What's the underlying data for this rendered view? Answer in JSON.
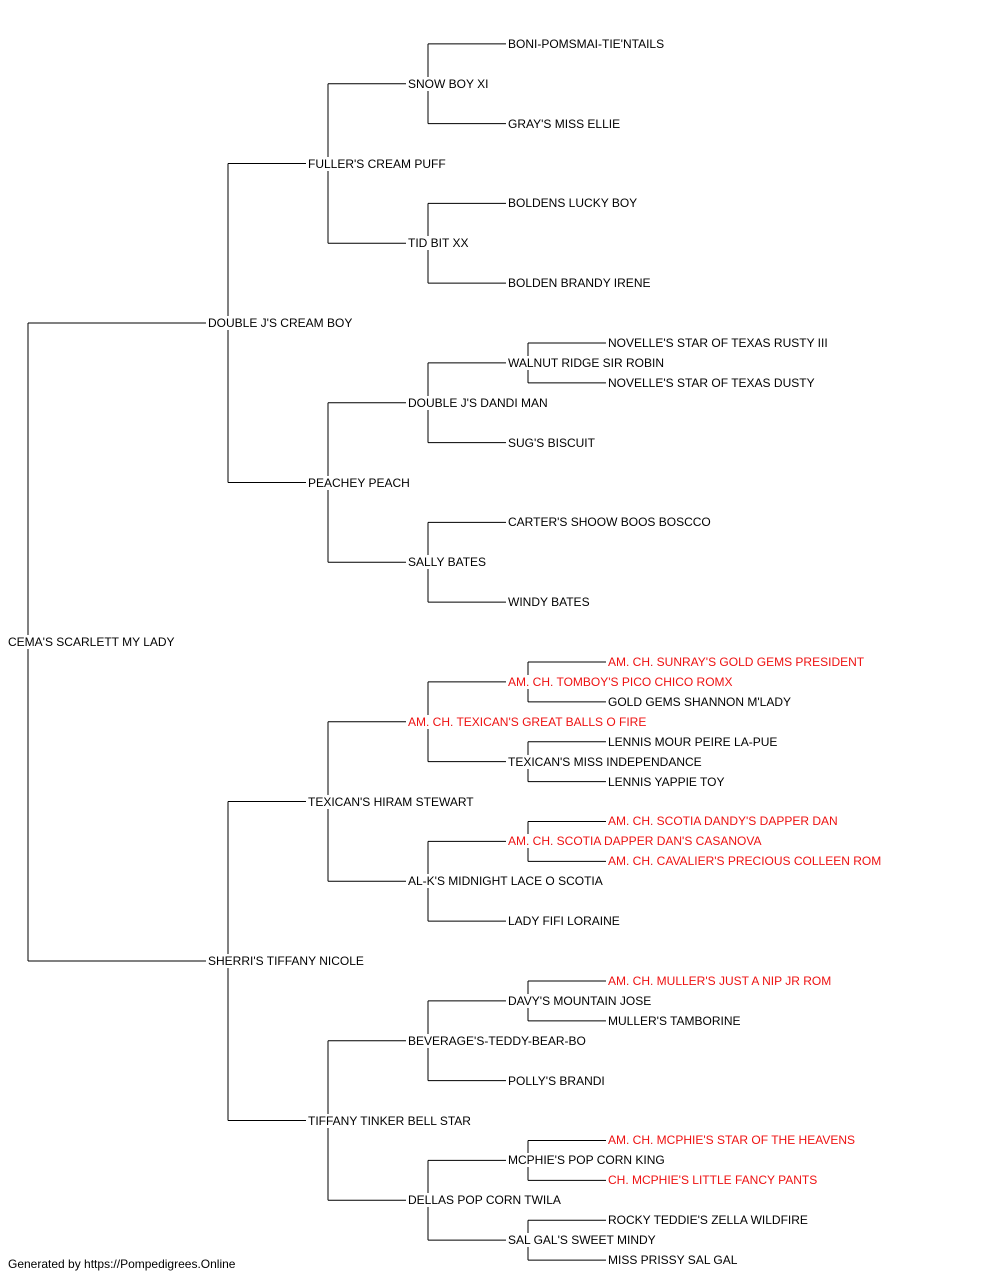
{
  "colors": {
    "line": "#000000",
    "text": "#000000",
    "champion": "#ee1111",
    "background": "#ffffff"
  },
  "footer": "Generated by https://Pompedigrees.Online",
  "pedigree": {
    "name": "CEMA'S SCARLETT MY LADY",
    "champion": false,
    "sire": {
      "name": "DOUBLE J'S CREAM BOY",
      "champion": false,
      "sire": {
        "name": "FULLER'S CREAM PUFF",
        "champion": false,
        "sire": {
          "name": "SNOW BOY XI",
          "champion": false,
          "sire": {
            "name": "BONI-POMSMAI-TIE'NTAILS",
            "champion": false
          },
          "dam": {
            "name": "GRAY'S MISS ELLIE",
            "champion": false
          }
        },
        "dam": {
          "name": "TID BIT XX",
          "champion": false,
          "sire": {
            "name": "BOLDENS LUCKY BOY",
            "champion": false
          },
          "dam": {
            "name": "BOLDEN BRANDY IRENE",
            "champion": false
          }
        }
      },
      "dam": {
        "name": "PEACHEY PEACH",
        "champion": false,
        "sire": {
          "name": "DOUBLE J'S DANDI MAN",
          "champion": false,
          "sire": {
            "name": "WALNUT RIDGE SIR ROBIN",
            "champion": false,
            "sire": {
              "name": "NOVELLE'S STAR OF TEXAS RUSTY III",
              "champion": false
            },
            "dam": {
              "name": "NOVELLE'S STAR OF TEXAS DUSTY",
              "champion": false
            }
          },
          "dam": {
            "name": "SUG'S BISCUIT",
            "champion": false
          }
        },
        "dam": {
          "name": "SALLY BATES",
          "champion": false,
          "sire": {
            "name": "CARTER'S SHOOW BOOS BOSCCO",
            "champion": false
          },
          "dam": {
            "name": "WINDY BATES",
            "champion": false
          }
        }
      }
    },
    "dam": {
      "name": "SHERRI'S TIFFANY NICOLE",
      "champion": false,
      "sire": {
        "name": "TEXICAN'S HIRAM STEWART",
        "champion": false,
        "sire": {
          "name": "AM. CH. TEXICAN'S GREAT BALLS O FIRE",
          "champion": true,
          "sire": {
            "name": "AM. CH. TOMBOY'S PICO CHICO ROMX",
            "champion": true,
            "sire": {
              "name": "AM. CH. SUNRAY'S GOLD GEMS PRESIDENT",
              "champion": true
            },
            "dam": {
              "name": "GOLD GEMS SHANNON M'LADY",
              "champion": false
            }
          },
          "dam": {
            "name": "TEXICAN'S MISS INDEPENDANCE",
            "champion": false,
            "sire": {
              "name": "LENNIS MOUR PEIRE LA-PUE",
              "champion": false
            },
            "dam": {
              "name": "LENNIS YAPPIE TOY",
              "champion": false
            }
          }
        },
        "dam": {
          "name": "AL-K'S MIDNIGHT LACE O SCOTIA",
          "champion": false,
          "sire": {
            "name": "AM. CH. SCOTIA DAPPER DAN'S CASANOVA",
            "champion": true,
            "sire": {
              "name": "AM. CH. SCOTIA DANDY'S DAPPER DAN",
              "champion": true
            },
            "dam": {
              "name": "AM. CH. CAVALIER'S PRECIOUS COLLEEN ROM",
              "champion": true
            }
          },
          "dam": {
            "name": "LADY FIFI LORAINE",
            "champion": false
          }
        }
      },
      "dam": {
        "name": "TIFFANY TINKER BELL STAR",
        "champion": false,
        "sire": {
          "name": "BEVERAGE'S-TEDDY-BEAR-BO",
          "champion": false,
          "sire": {
            "name": "DAVY'S MOUNTAIN JOSE",
            "champion": false,
            "sire": {
              "name": "AM. CH. MULLER'S JUST A NIP JR ROM",
              "champion": true
            },
            "dam": {
              "name": "MULLER'S TAMBORINE",
              "champion": false
            }
          },
          "dam": {
            "name": "POLLY'S BRANDI",
            "champion": false
          }
        },
        "dam": {
          "name": "DELLAS POP CORN TWILA",
          "champion": false,
          "sire": {
            "name": "MCPHIE'S POP CORN KING",
            "champion": false,
            "sire": {
              "name": "AM. CH. MCPHIE'S STAR OF THE HEAVENS",
              "champion": true
            },
            "dam": {
              "name": "CH. MCPHIE'S LITTLE FANCY PANTS",
              "champion": true
            }
          },
          "dam": {
            "name": "SAL GAL'S SWEET MINDY",
            "champion": false,
            "sire": {
              "name": "ROCKY TEDDIE'S ZELLA WILDFIRE",
              "champion": false
            },
            "dam": {
              "name": "MISS PRISSY SAL GAL",
              "champion": false
            }
          }
        }
      }
    }
  }
}
